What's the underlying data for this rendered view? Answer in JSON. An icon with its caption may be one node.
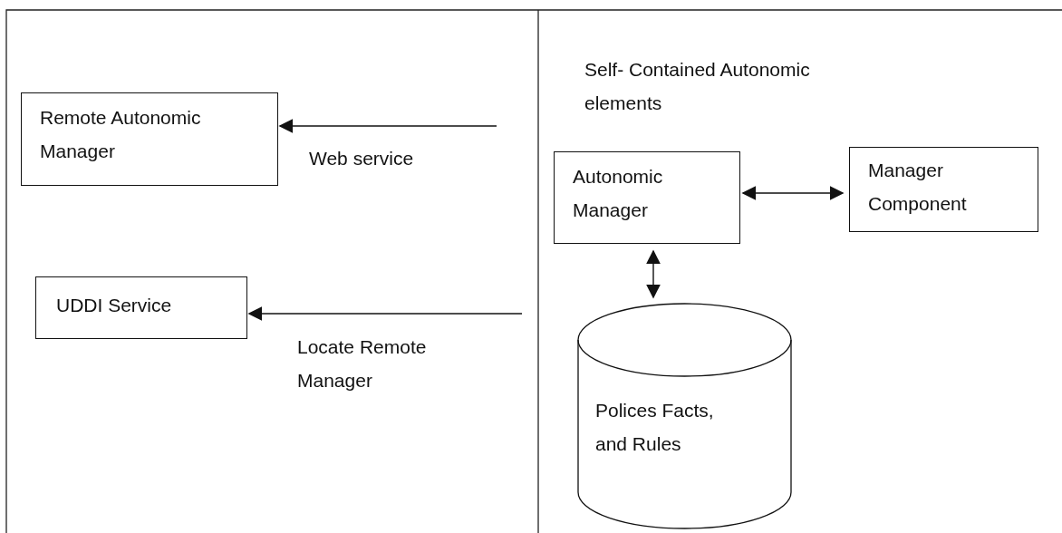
{
  "diagram": {
    "nodes": [
      {
        "text": [
          "Remote Autonomic Manager"
        ]
      },
      {
        "text": [
          "UDDI Service"
        ]
      },
      {
        "text": [
          "Autonomic Manager"
        ]
      },
      {
        "text": [
          "Manager Component"
        ]
      },
      {
        "text": [
          "Polices Facts, and Rules"
        ]
      }
    ],
    "edges": [
      {
        "from": null,
        "to": 0,
        "arrow": "to",
        "label": "Web service"
      },
      {
        "from": null,
        "to": 1,
        "arrow": "to",
        "label": "Locate Remote Manager"
      },
      {
        "from": 2,
        "to": 3,
        "arrow": "both"
      },
      {
        "from": 2,
        "to": 4,
        "arrow": "both"
      }
    ],
    "labels": [
      "Self- Contained Autonomic elements"
    ]
  }
}
